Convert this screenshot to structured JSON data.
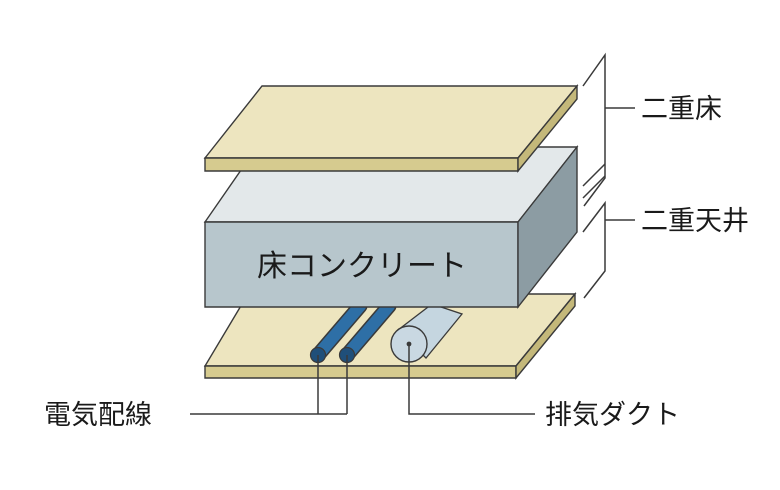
{
  "labels": {
    "double_floor": "二重床",
    "double_ceiling": "二重天井",
    "floor_concrete": "床コンクリート",
    "electrical_wiring": "電気配線",
    "exhaust_duct": "排気ダクト"
  },
  "colors": {
    "floor_panel_top": "#ede5bf",
    "floor_panel_edge": "#d6cb8f",
    "concrete_top": "#e3e8ea",
    "concrete_front": "#b7c6cc",
    "concrete_side": "#8c9ca3",
    "wiring": "#2e6fa6",
    "duct": "#c5d6e0",
    "outline": "#3a3a3a"
  }
}
